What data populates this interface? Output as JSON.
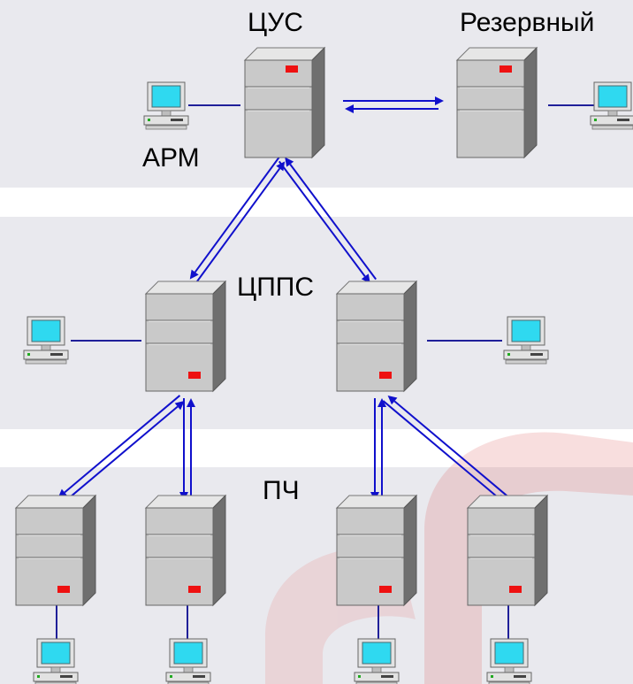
{
  "labels": {
    "central": "ЦУС",
    "backup": "Резервный",
    "workstation": "АРМ",
    "regional": "ЦППС",
    "local": "ПЧ"
  },
  "colors": {
    "band": "#e9e9ee",
    "link_arrow": "#1010cc",
    "led": "#ee1111",
    "screen": "#2fd9f0",
    "server_face": "#c9c9c9",
    "server_side": "#6f6f6f"
  },
  "icons": {
    "server": "server-tower-icon",
    "workstation": "desktop-computer-icon"
  }
}
